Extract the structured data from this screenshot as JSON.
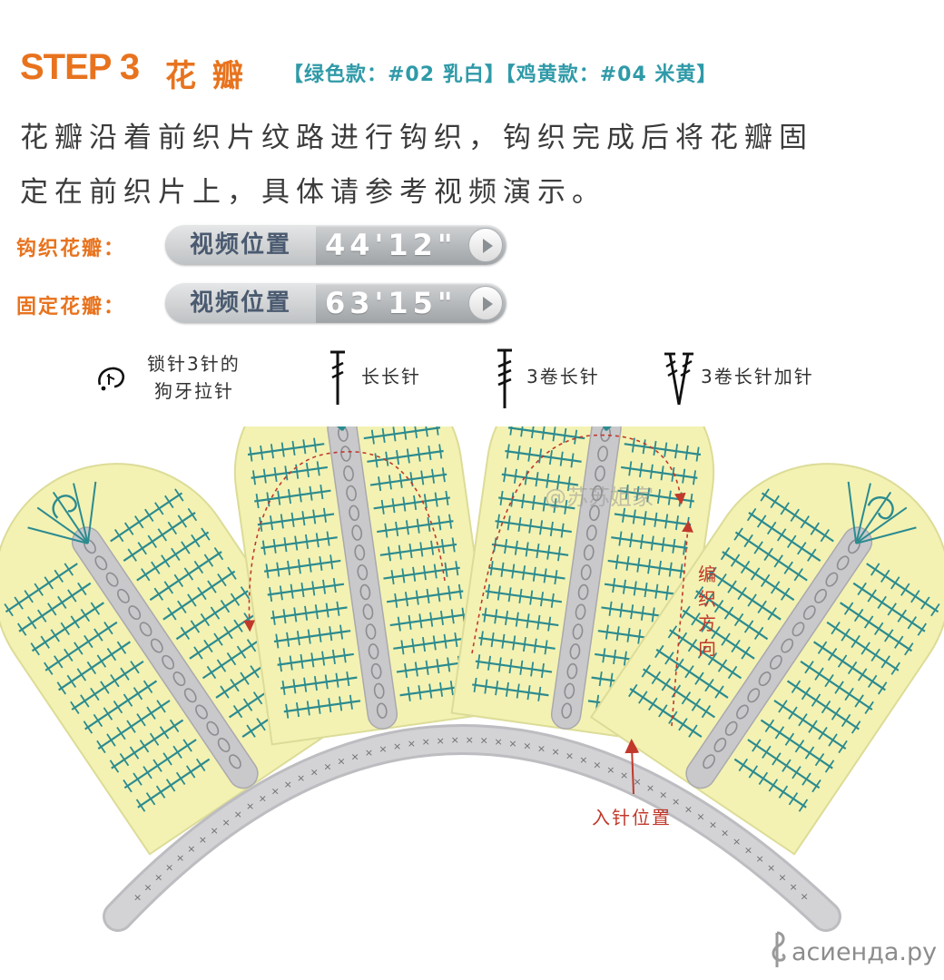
{
  "header": {
    "step": "STEP 3",
    "title": "花 瓣",
    "variants": "【绿色款：#02 乳白】【鸡黄款：#04 米黄】"
  },
  "description": {
    "line1": "花瓣沿着前织片纹路进行钩织，钩织完成后将花瓣固",
    "line2": "定在前织片上，具体请参考视频演示。"
  },
  "video_rows": [
    {
      "label": "钩织花瓣：",
      "position_label": "视频位置",
      "time": "44'12\""
    },
    {
      "label": "固定花瓣：",
      "position_label": "视频位置",
      "time": "63'15\""
    }
  ],
  "legend": {
    "picot_line1": "锁针3针的",
    "picot_line2": "狗牙拉针",
    "dtr": "长长针",
    "trtr": "3卷长针",
    "trtr_inc": "3卷长针加针"
  },
  "diagram": {
    "direction_label": "编织方向",
    "direction_chars": [
      "编",
      "织",
      "方",
      "向"
    ],
    "entry_label": "入针位置",
    "colors": {
      "petal": "#f3f2b3",
      "petal_edge": "#dcdc98",
      "chain": "#c9c9cc",
      "stitch": "#2c8b8f",
      "arrow": "#c0392b"
    }
  },
  "watermarks": {
    "top": "@苏苏姐家",
    "bottom": "асиенда.ру"
  }
}
